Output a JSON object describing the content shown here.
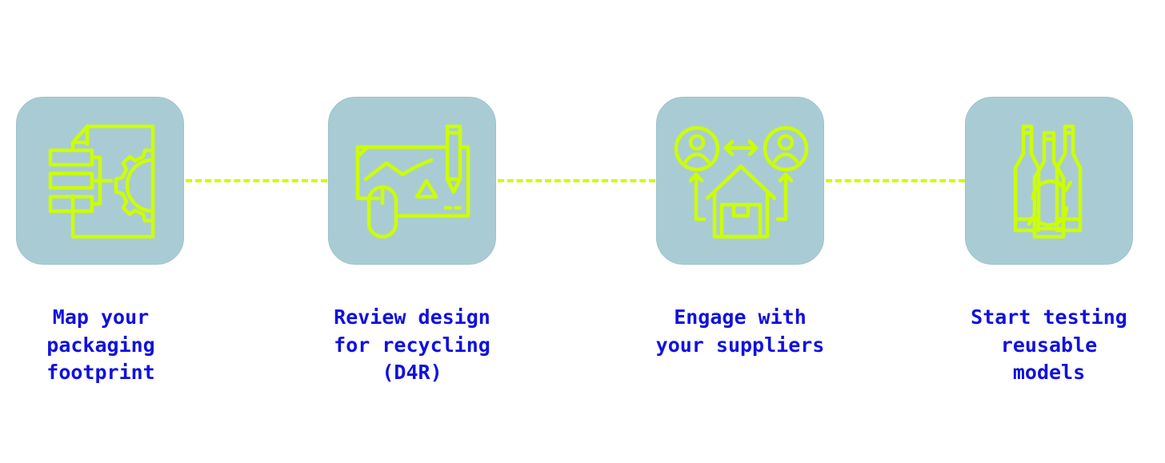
{
  "colors": {
    "accent": "#ccff00",
    "box": "#a9ccd4",
    "text": "#1111dd",
    "background": "#ffffff"
  },
  "steps": [
    {
      "label": "Map your\npackaging\nfootprint",
      "icon": "document-gear-icon"
    },
    {
      "label": "Review design\nfor recycling\n(D4R)",
      "icon": "design-drawing-icon"
    },
    {
      "label": "Engage with\nyour suppliers",
      "icon": "supplier-exchange-icon"
    },
    {
      "label": "Start testing\nreusable\nmodels",
      "icon": "reusable-bottles-icon"
    }
  ]
}
